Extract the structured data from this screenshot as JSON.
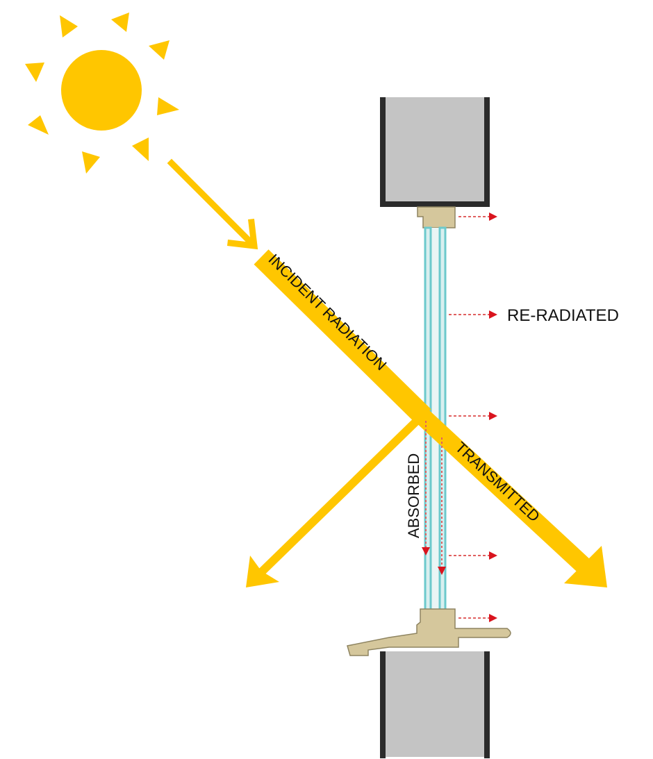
{
  "labels": {
    "incident": "INCIDENT RADIATION",
    "transmitted": "TRANSMITTED",
    "absorbed": "ABSORBED",
    "reradiated": "RE-RADIATED"
  },
  "colors": {
    "sun": "#FFC600",
    "wall": "#C4C4C4",
    "frame": "#D5C79C",
    "glass": "#6CC9CC",
    "heat": "#D9141E"
  }
}
